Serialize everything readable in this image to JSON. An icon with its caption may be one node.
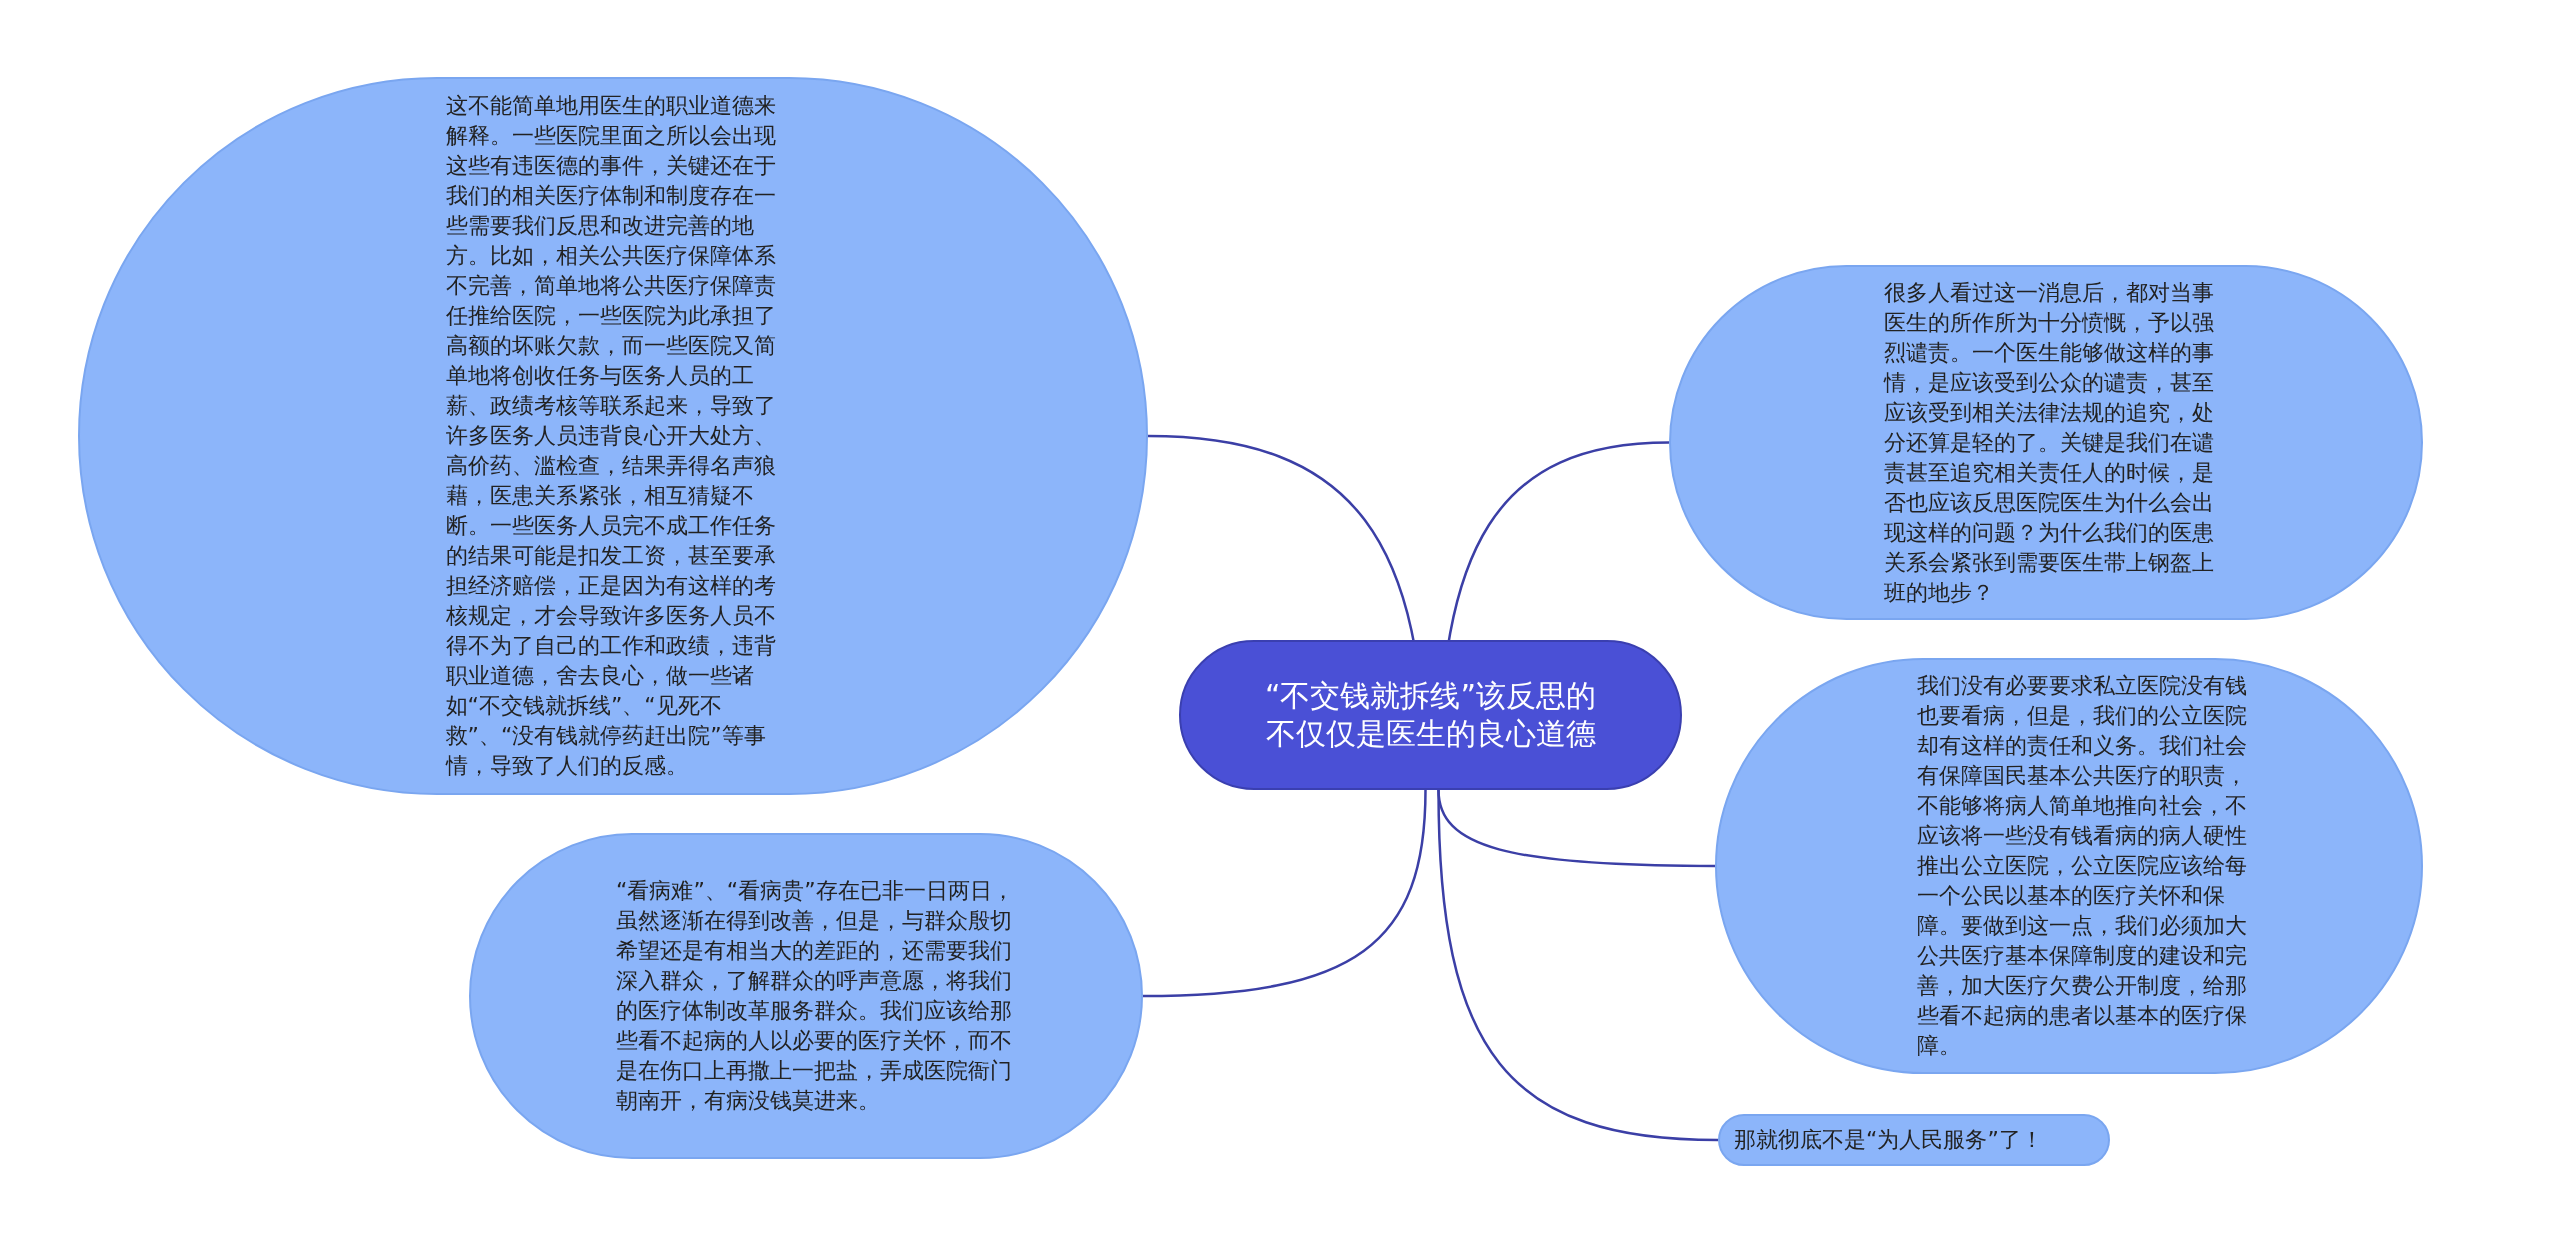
{
  "diagram": {
    "nodes": [
      {
        "text": [
          "“不交钱就拆线”该反思的不仅仅是医生的良心道德"
        ]
      },
      {
        "text": [
          "这不能简单地用医生的职业道德来解释。一些医院里面之所以会出现这些有违医德的事件，关键还在于我们的相关医疗体制和制度存在一些需要我们反思和改进完善的地方。比如，相关公共医疗保障体系不完善，简单地将公共医疗保障责任推给医院，一些医院为此承担了高额的坏账欠款，而一些医院又简单地将创收任务与医务人员的工薪、政绩考核等联系起来，导致了许多医务人员违背良心开大处方、高价药、滥检查，结果弄得名声狼藉，医患关系紧张，相互猜疑不断。一些医务人员完不成工作任务的结果可能是扣发工资，甚至要承担经济赔偿，正是因为有这样的考核规定，才会导致许多医务人员不得不为了自己的工作和政绩，违背职业道德，舍去良心，做一些诸如“不交钱就拆线”、“见死不救”、“没有钱就停药赶出院”等事情，导致了人们的反感。"
        ]
      },
      {
        "text": [
          "很多人看过这一消息后，都对当事医生的所作所为十分愤慨，予以强烈谴责。一个医生能够做这样的事情，是应该受到公众的谴责，甚至应该受到相关法律法规的追究，处分还算是轻的了。关键是我们在谴责甚至追究相关责任人的时候，是否也应该反思医院医生为什么会出现这样的问题？为什么我们的医患关系会紧张到需要医生带上钢盔上班的地步？"
        ]
      },
      {
        "text": [
          "我们没有必要要求私立医院没有钱也要看病，但是，我们的公立医院却有这样的责任和义务。我们社会有保障国民基本公共医疗的职责，不能够将病人简单地推向社会，不应该将一些没有钱看病的病人硬性推出公立医院，公立医院应该给每一个公民以基本的医疗关怀和保障。要做到这一点，我们必须加大公共医疗基本保障制度的建设和完善，加大医疗欠费公开制度，给那些看不起病的患者以基本的医疗保障。"
        ]
      },
      {
        "text": [
          "“看病难”、“看病贵”存在已非一日两日，虽然逐渐在得到改善，但是，与群众殷切希望还是有相当大的差距的，还需要我们深入群众，了解群众的呼声意愿，将我们的医疗体制改革服务群众。我们应该给那些看不起病的人以必要的医疗关怀，而不是在伤口上再撒上一把盐，弄成医院衙门朝南开，有病没钱莫进来。"
        ]
      },
      {
        "text": [
          "那就彻底不是“为人民服务”了！"
        ]
      }
    ],
    "edges": [
      {
        "from": 0,
        "to": 1,
        "arrow": "none"
      },
      {
        "from": 0,
        "to": 2,
        "arrow": "none"
      },
      {
        "from": 0,
        "to": 3,
        "arrow": "none"
      },
      {
        "from": 0,
        "to": 4,
        "arrow": "none"
      },
      {
        "from": 0,
        "to": 5,
        "arrow": "none"
      }
    ]
  }
}
